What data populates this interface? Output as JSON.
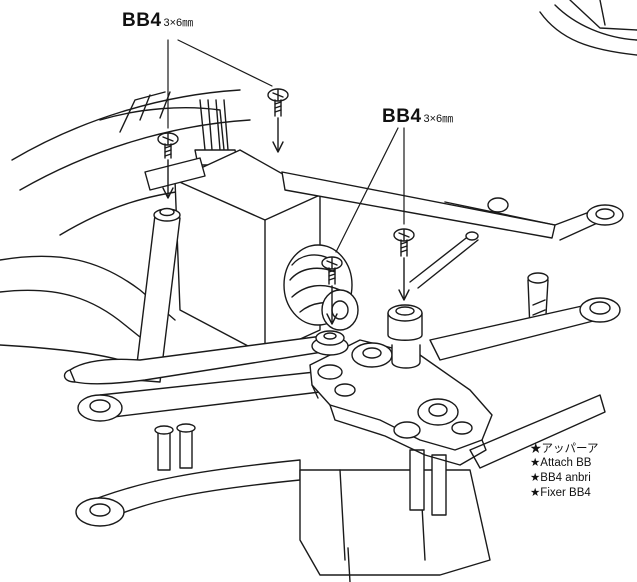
{
  "labels": [
    {
      "code": "BB4",
      "size": "3×6㎜"
    },
    {
      "code": "BB4",
      "size": "3×6㎜"
    }
  ],
  "notes": [
    "★アッパーア",
    "★Attach BB",
    "★BB4 anbri",
    "★Fixer BB4"
  ],
  "colors": {
    "line": "#1a1a1a",
    "fill": "#ffffff"
  }
}
